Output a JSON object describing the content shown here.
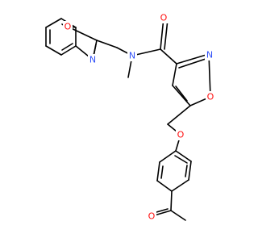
{
  "colors": {
    "background": "#ffffff",
    "bond": "#000000",
    "oxygen": "#ff0d0d",
    "nitrogen": "#3050f8"
  },
  "atoms": {
    "O_benzoxazole": {
      "label": "O",
      "element": "oxygen"
    },
    "N_benzoxazole": {
      "label": "N",
      "element": "nitrogen"
    },
    "N_amide": {
      "label": "N",
      "element": "nitrogen"
    },
    "O_amide": {
      "label": "O",
      "element": "oxygen"
    },
    "N_isoxazole": {
      "label": "N",
      "element": "nitrogen"
    },
    "O_isoxazole": {
      "label": "O",
      "element": "oxygen"
    },
    "O_ether": {
      "label": "O",
      "element": "oxygen"
    },
    "O_acetyl": {
      "label": "O",
      "element": "oxygen"
    }
  }
}
